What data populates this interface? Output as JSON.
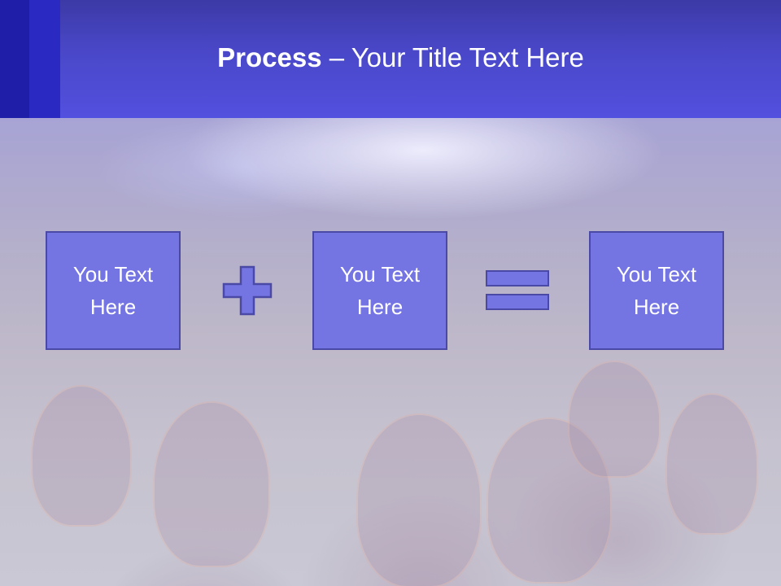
{
  "header": {
    "title_bold": "Process",
    "title_rest": " – Your Title Text Here"
  },
  "process": {
    "boxes": [
      {
        "text": "You Text Here"
      },
      {
        "text": "You Text Here"
      },
      {
        "text": "You Text Here"
      }
    ],
    "operators": [
      "plus-icon",
      "equals-icon"
    ]
  },
  "colors": {
    "header": "#4a48c9",
    "box_fill": "#7474e3",
    "box_border": "#4a4aa6",
    "text": "#ffffff"
  }
}
